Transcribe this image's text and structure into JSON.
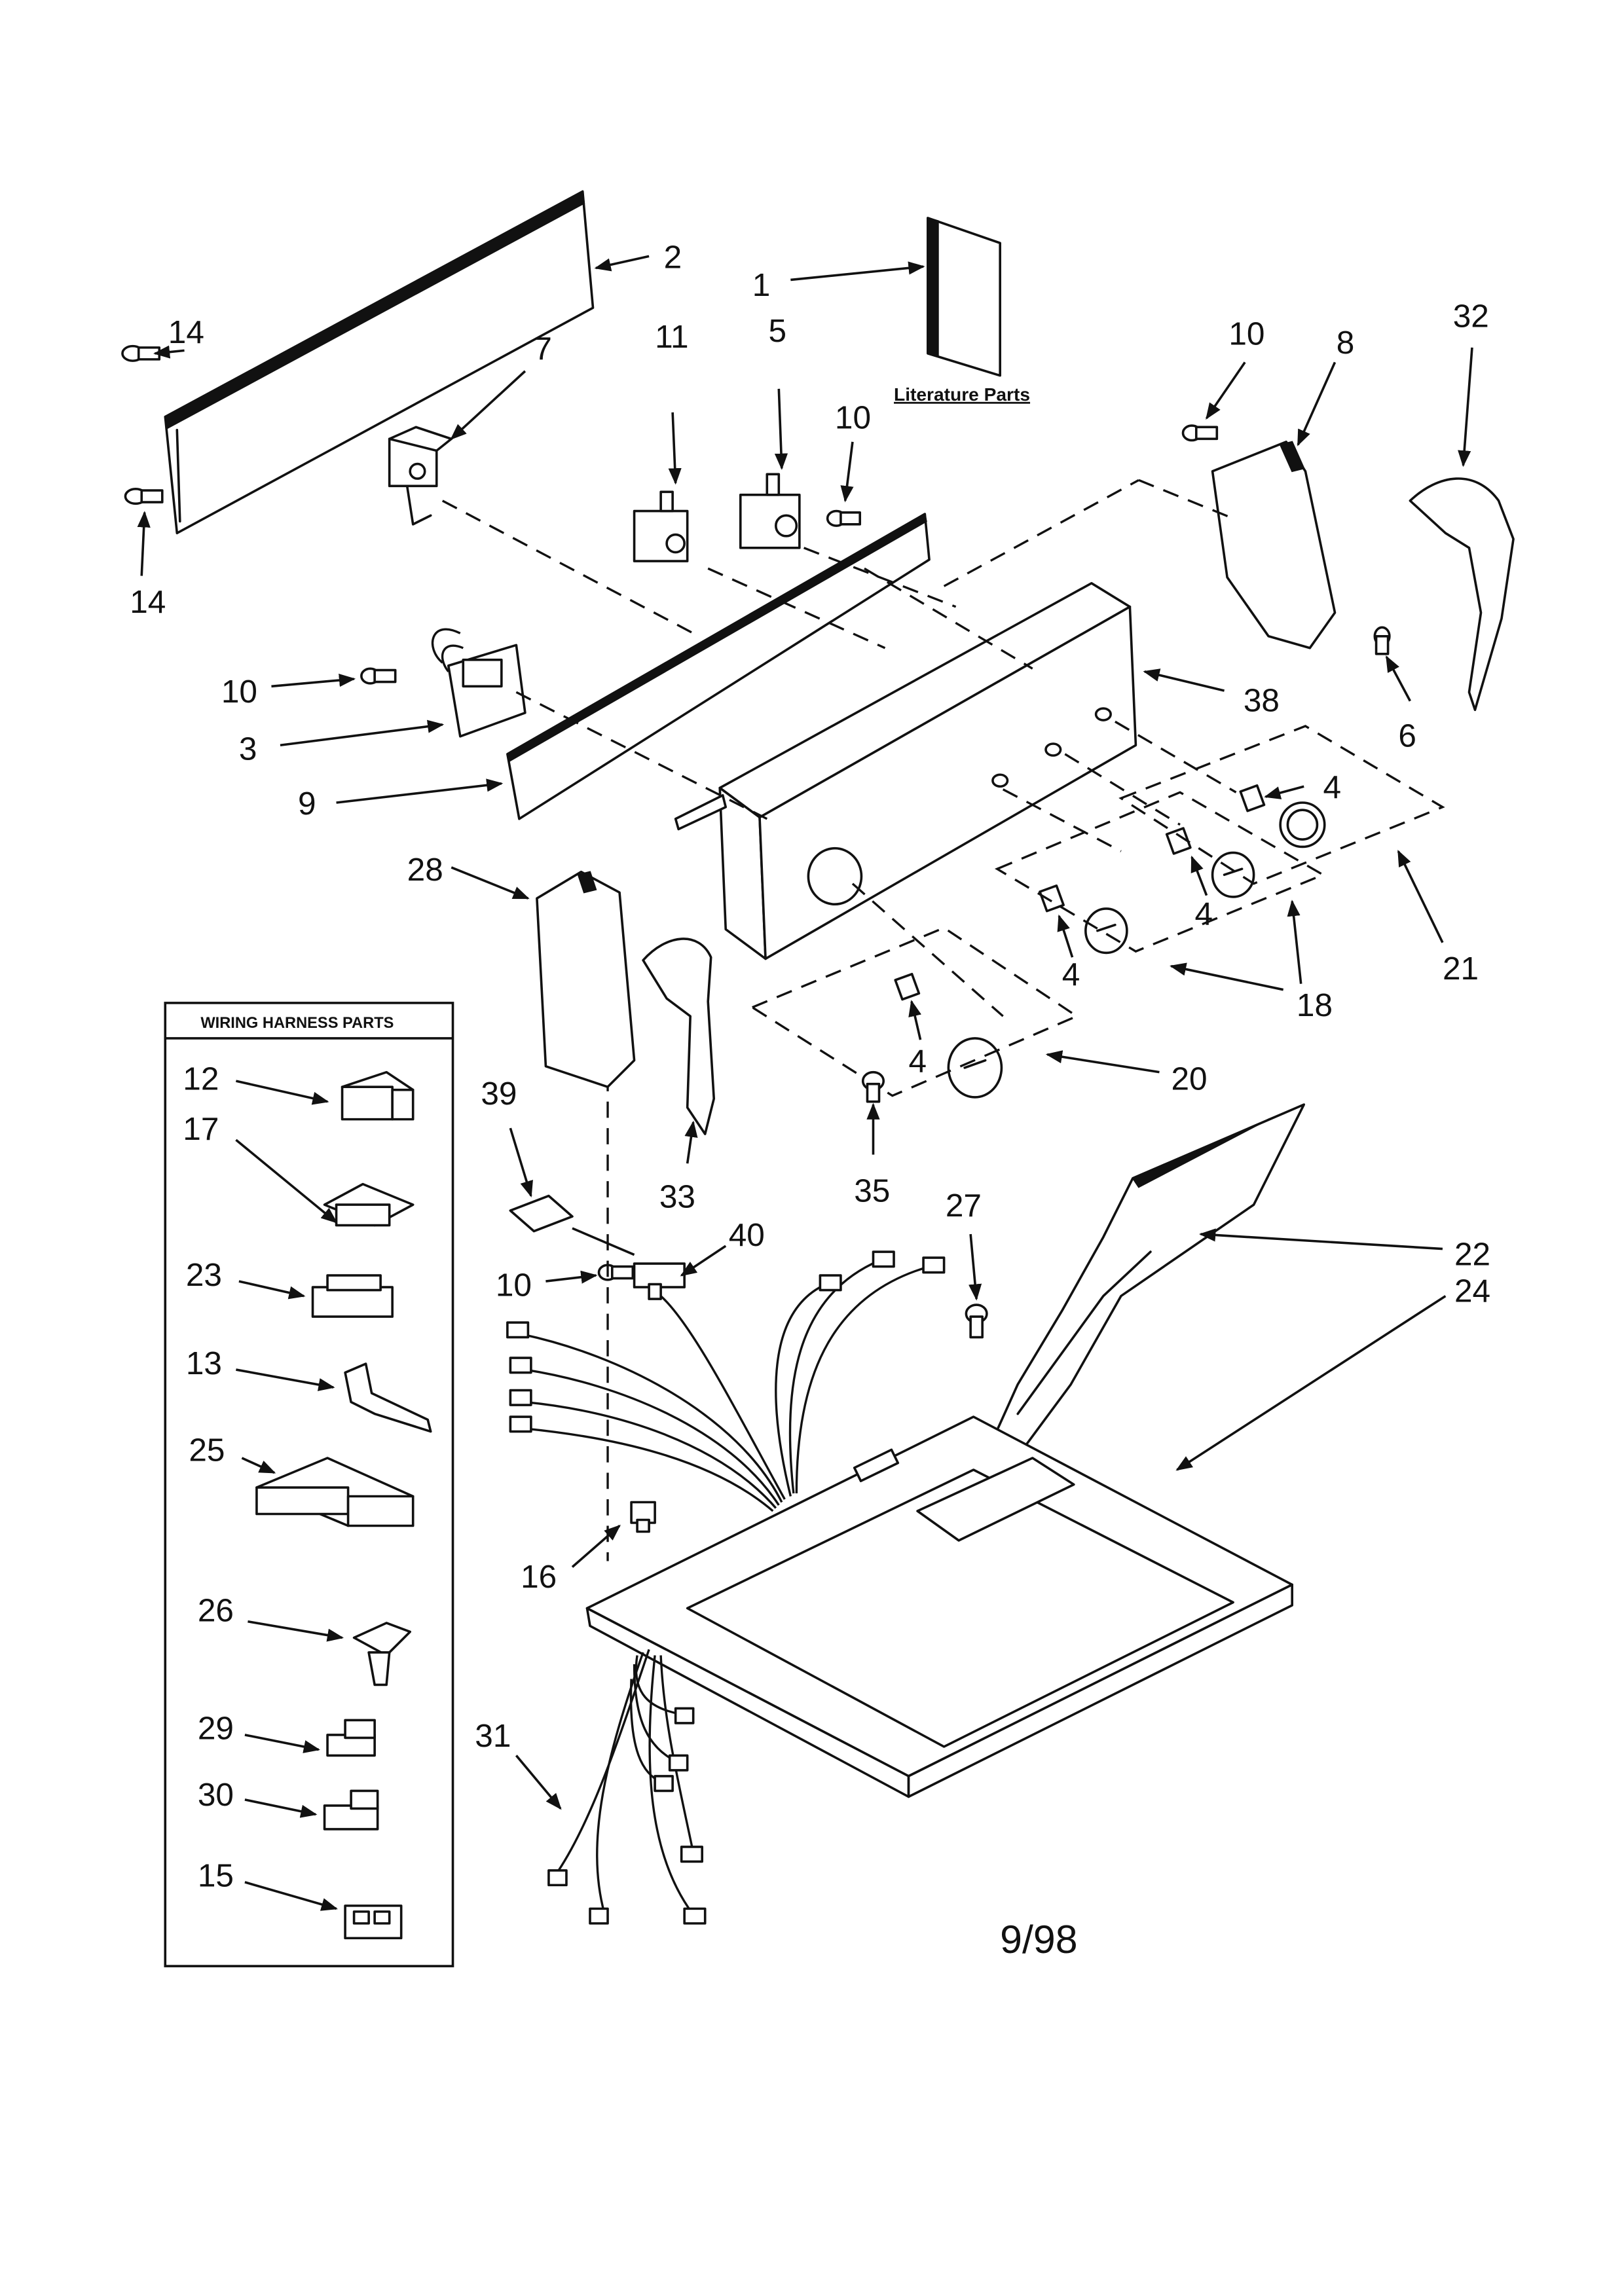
{
  "literature_label": "Literature Parts",
  "wiring_box_title": "WIRING HARNESS PARTS",
  "date_code": "9/98",
  "callouts": [
    {
      "id": "c-1",
      "text": "1"
    },
    {
      "id": "c-2",
      "text": "2"
    },
    {
      "id": "c-14a",
      "text": "14"
    },
    {
      "id": "c-14b",
      "text": "14"
    },
    {
      "id": "c-7",
      "text": "7"
    },
    {
      "id": "c-11",
      "text": "11"
    },
    {
      "id": "c-5",
      "text": "5"
    },
    {
      "id": "c-10a",
      "text": "10"
    },
    {
      "id": "c-10b",
      "text": "10"
    },
    {
      "id": "c-8",
      "text": "8"
    },
    {
      "id": "c-32",
      "text": "32"
    },
    {
      "id": "c-10c",
      "text": "10"
    },
    {
      "id": "c-3",
      "text": "3"
    },
    {
      "id": "c-9",
      "text": "9"
    },
    {
      "id": "c-38",
      "text": "38"
    },
    {
      "id": "c-6",
      "text": "6"
    },
    {
      "id": "c-4a",
      "text": "4"
    },
    {
      "id": "c-4b",
      "text": "4"
    },
    {
      "id": "c-4c",
      "text": "4"
    },
    {
      "id": "c-4d",
      "text": "4"
    },
    {
      "id": "c-21",
      "text": "21"
    },
    {
      "id": "c-18",
      "text": "18"
    },
    {
      "id": "c-20",
      "text": "20"
    },
    {
      "id": "c-28",
      "text": "28"
    },
    {
      "id": "c-39",
      "text": "39"
    },
    {
      "id": "c-33",
      "text": "33"
    },
    {
      "id": "c-35",
      "text": "35"
    },
    {
      "id": "c-27",
      "text": "27"
    },
    {
      "id": "c-22",
      "text": "22"
    },
    {
      "id": "c-24",
      "text": "24"
    },
    {
      "id": "c-40",
      "text": "40"
    },
    {
      "id": "c-10d",
      "text": "10"
    },
    {
      "id": "c-16",
      "text": "16"
    },
    {
      "id": "c-31",
      "text": "31"
    },
    {
      "id": "c-12",
      "text": "12"
    },
    {
      "id": "c-17",
      "text": "17"
    },
    {
      "id": "c-23",
      "text": "23"
    },
    {
      "id": "c-13",
      "text": "13"
    },
    {
      "id": "c-25",
      "text": "25"
    },
    {
      "id": "c-26",
      "text": "26"
    },
    {
      "id": "c-29",
      "text": "29"
    },
    {
      "id": "c-30",
      "text": "30"
    },
    {
      "id": "c-15",
      "text": "15"
    }
  ]
}
